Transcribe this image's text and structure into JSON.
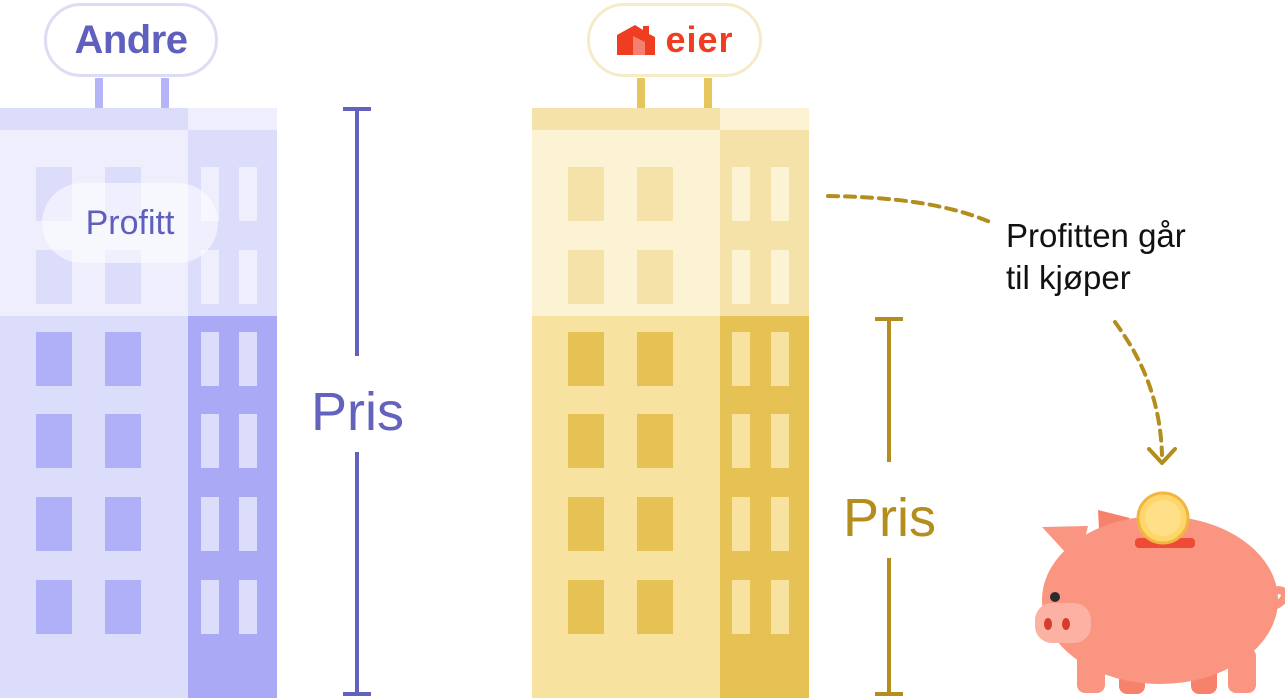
{
  "left_building": {
    "sign_label": "Andre",
    "profit_label": "Profitt",
    "price_label": "Pris"
  },
  "right_building": {
    "brand_label": "eier",
    "price_label": "Pris"
  },
  "annotation": {
    "line1": "Profitten går",
    "line2": "til kjøper"
  },
  "colors": {
    "purple_accent": "#6363bd",
    "gold_accent": "#b38e1e",
    "brand_red": "#ef3d22",
    "pig": "#f99580",
    "coin": "#ffd66b"
  }
}
